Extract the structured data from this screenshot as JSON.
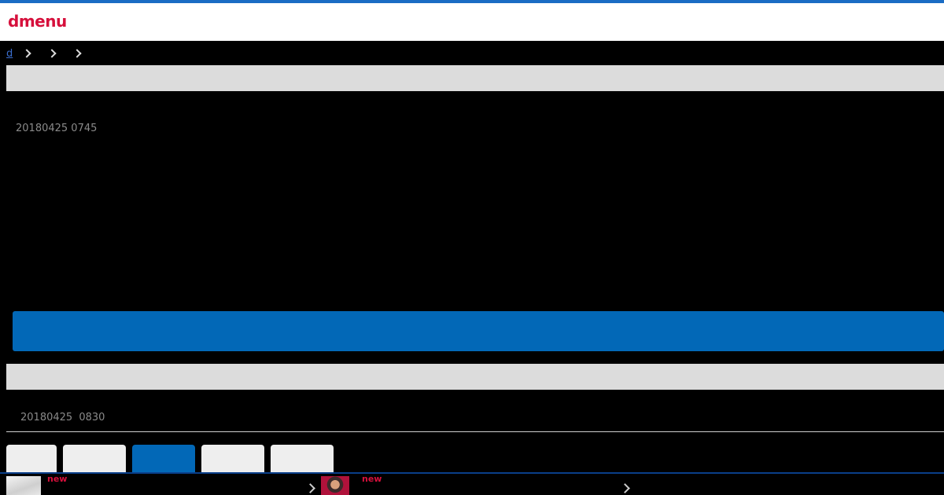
{
  "header": {
    "logo": "dmenu"
  },
  "breadcrumb": {
    "home_label": "d"
  },
  "articles": [
    {
      "timestamp": "20180425 0745"
    },
    {
      "timestamp_date": "20180425",
      "timestamp_time": "0830"
    }
  ],
  "news_list": {
    "items": [
      {
        "badge": "new"
      },
      {
        "badge": "new"
      }
    ]
  },
  "colors": {
    "brand": "#d6103c",
    "accent": "#0268b7",
    "top_border": "#1a6cc4",
    "panel": "#dcdcdc"
  }
}
